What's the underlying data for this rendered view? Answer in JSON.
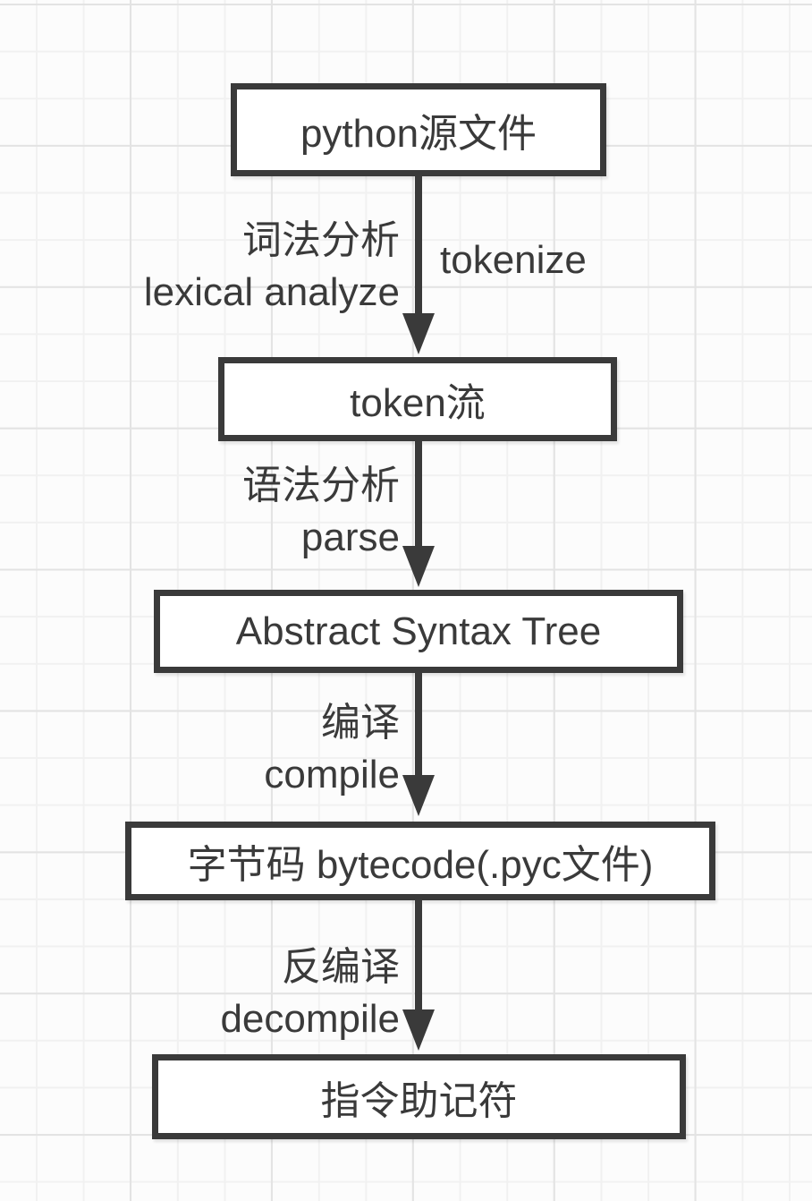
{
  "flow": {
    "nodes": [
      {
        "id": "python-source",
        "label": "python源文件"
      },
      {
        "id": "token-stream",
        "label": "token流"
      },
      {
        "id": "ast",
        "label": "Abstract Syntax Tree"
      },
      {
        "id": "bytecode",
        "label": "字节码 bytecode(.pyc文件)"
      },
      {
        "id": "mnemonic",
        "label": "指令助记符"
      }
    ],
    "edges": [
      {
        "zh": "词法分析",
        "en": "lexical analyze",
        "right_label": "tokenize"
      },
      {
        "zh": "语法分析",
        "en": "parse"
      },
      {
        "zh": "编译",
        "en": "compile"
      },
      {
        "zh": "反编译",
        "en": "decompile"
      }
    ],
    "colors": {
      "stroke": "#3a3a3a",
      "node_fill": "#ffffff",
      "text": "#3a3a3a",
      "canvas_bg": "#fcfcfc",
      "grid_minor": "#f1f1f1",
      "grid_major": "#e3e3e3"
    }
  }
}
